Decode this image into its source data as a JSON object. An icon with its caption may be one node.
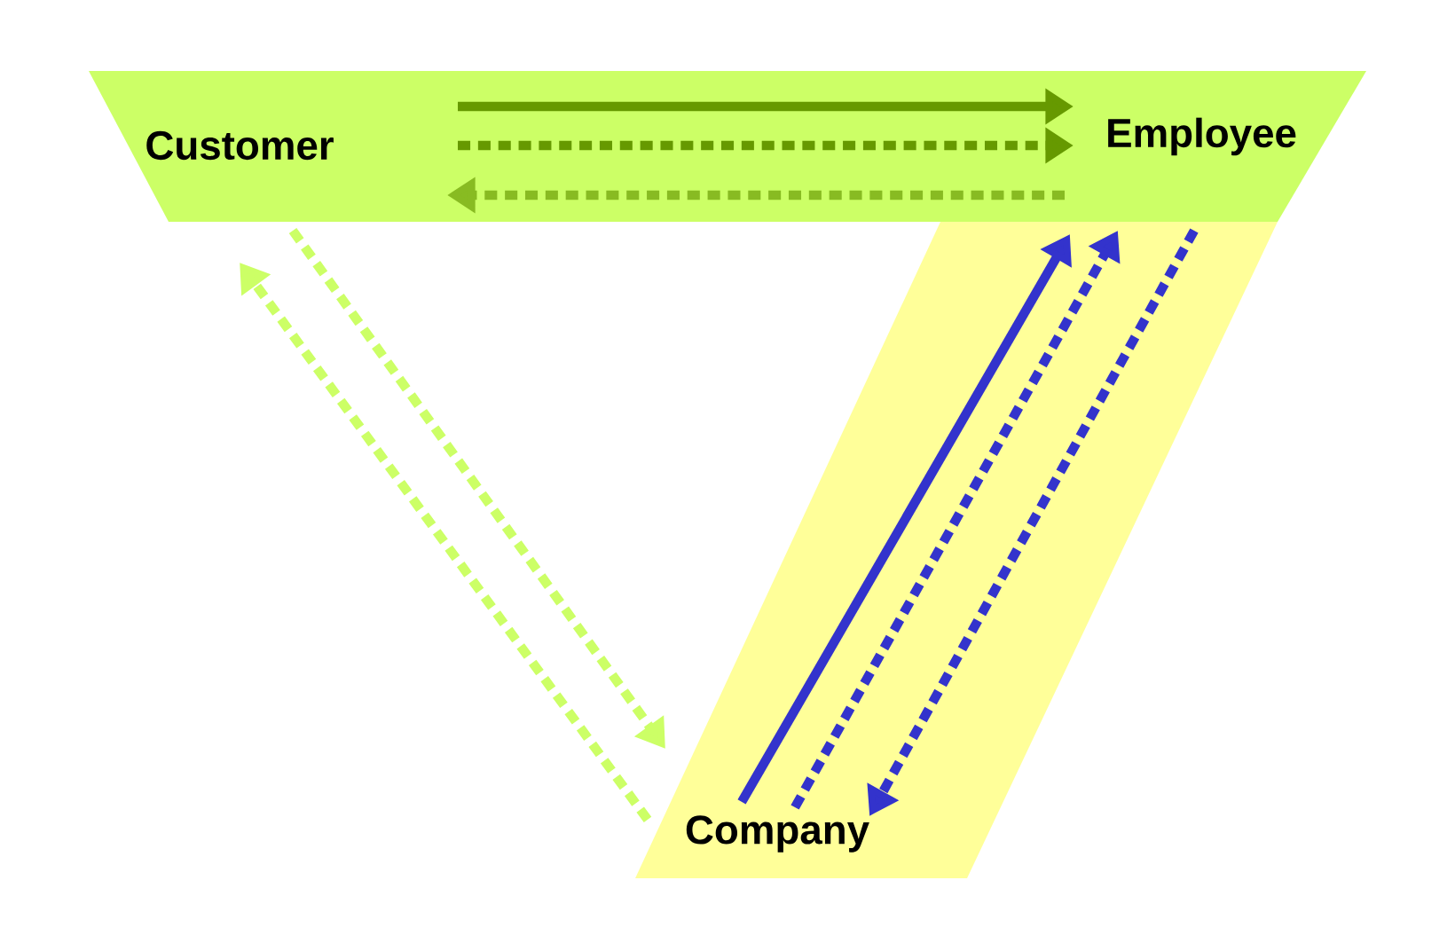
{
  "diagram": {
    "nodes": [
      {
        "text": [
          "Customer"
        ]
      },
      {
        "text": [
          "Employee"
        ]
      },
      {
        "text": [
          "Company"
        ]
      }
    ],
    "edges": [
      {
        "from": 0,
        "to": 1,
        "arrow": "to",
        "color": "#669900"
      },
      {
        "from": 0,
        "to": 1,
        "arrow": "to",
        "style": "dashed",
        "color": "#669900"
      },
      {
        "from": 1,
        "to": 0,
        "arrow": "to",
        "style": "dashed",
        "color": "#88bb22"
      },
      {
        "from": 0,
        "to": 2,
        "arrow": "to",
        "style": "dashed",
        "color": "#ccff66"
      },
      {
        "from": 2,
        "to": 0,
        "arrow": "to",
        "style": "dashed",
        "color": "#ccff66"
      },
      {
        "from": 2,
        "to": 1,
        "arrow": "to",
        "color": "#3333cc"
      },
      {
        "from": 2,
        "to": 1,
        "arrow": "to",
        "style": "dashed",
        "color": "#3333cc"
      },
      {
        "from": 1,
        "to": 2,
        "arrow": "to",
        "style": "dashed",
        "color": "#3333cc"
      }
    ]
  }
}
